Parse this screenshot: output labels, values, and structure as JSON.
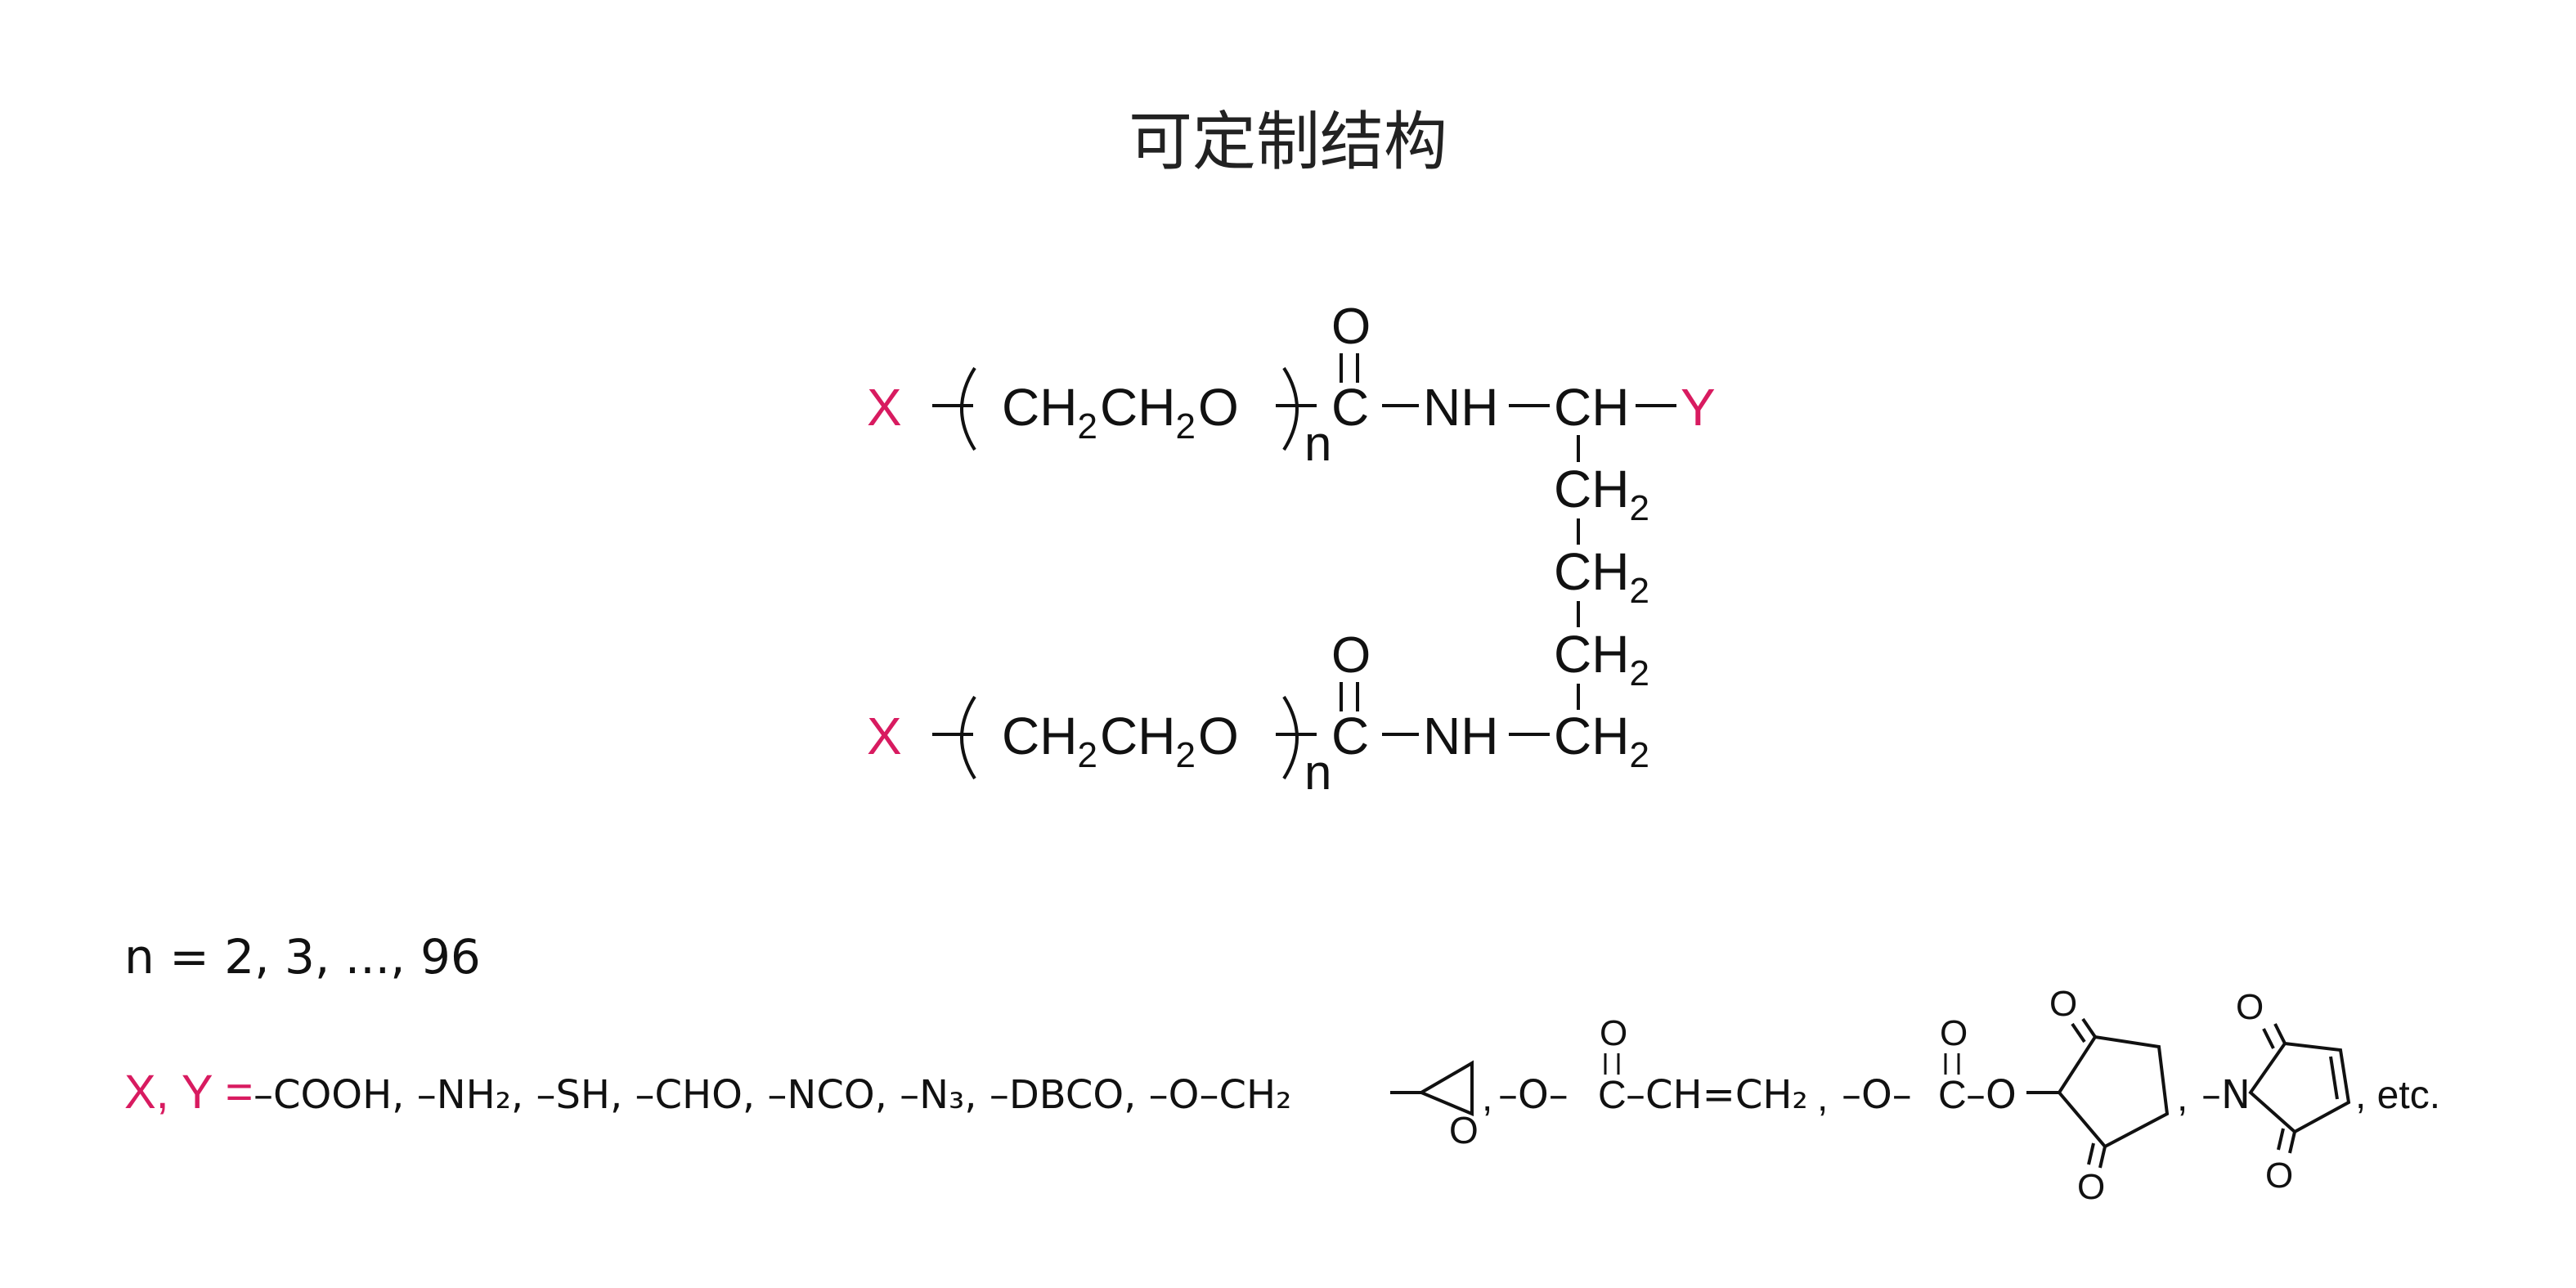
{
  "title": "可定制结构",
  "colors": {
    "accent": "#d81b60",
    "ink": "#111111"
  },
  "structure": {
    "x_label": "X",
    "y_label": "Y",
    "ch": "CH",
    "ch2": "CH",
    "sub2": "2",
    "o": "O",
    "c": "C",
    "nh": "NH",
    "n": "n"
  },
  "n_values": "n = 2, 3, ..., 96",
  "groups": {
    "prefix": "X, Y =",
    "simple": "–COOH, –NH₂, –SH, –CHO, –NCO, –N₃, –DBCO, –O–CH₂",
    "comma": ",",
    "acrylate_o": "–O–",
    "acrylate_c": "C",
    "acrylate_rest": "–CH=CH₂",
    "carbonyl_o": "O",
    "ring_o": "O",
    "nhs_o": "–O–",
    "nhs_c": "C",
    "nhs_o2": "–O",
    "mal_n": "–N",
    "etc": ", etc."
  }
}
